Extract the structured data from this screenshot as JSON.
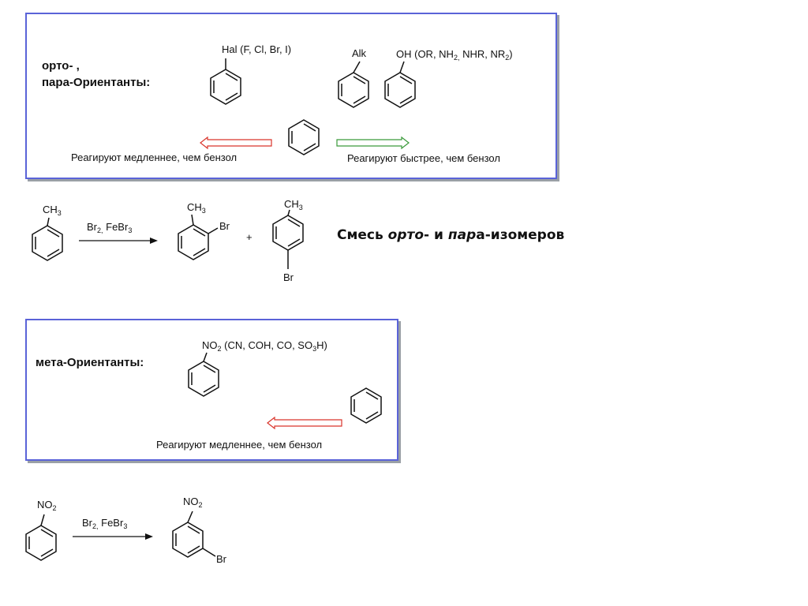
{
  "ortho_para_box": {
    "title_line1": "орто- ,",
    "title_line2": "пара-Ориентанты:",
    "hal_label": "Hal (F, Cl, Br, I)",
    "alk_label": "Alk",
    "oh_main": "OH (OR, NH",
    "oh_sub1": "2,",
    "oh_mid": " NHR, NR",
    "oh_sub2": "2",
    "oh_end": ")",
    "slower_text": "Реагируют медленнее, чем бензол",
    "faster_text": "Реагируют быстрее, чем бензол"
  },
  "reaction1": {
    "ch3_main": "CH",
    "ch3_sub": "3",
    "reagent_br": "Br",
    "reagent_sub1": "2,",
    "reagent_febr": " FeBr",
    "reagent_sub2": "3",
    "product1_ch3_main": "CH",
    "product1_ch3_sub": "3",
    "product1_br": "Br",
    "plus": "+",
    "product2_ch3_main": "CH",
    "product2_ch3_sub": "3",
    "product2_br": "Br",
    "mixture_pre": "Смесь ",
    "mixture_ortho": "орто",
    "mixture_mid": "- и ",
    "mixture_para": "пар",
    "mixture_a": "а",
    "mixture_post": "-изомеров"
  },
  "meta_box": {
    "title": "мета-Ориентанты:",
    "no2_main": "NO",
    "no2_sub": "2",
    "no2_rest1": " (CN, COH, CO, SO",
    "no2_sub2": "3",
    "no2_rest2": "H)",
    "slower_text": "Реагируют медленнее, чем бензол"
  },
  "reaction2": {
    "no2_main": "NO",
    "no2_sub": "2",
    "reagent_br": "Br",
    "reagent_sub1": "2,",
    "reagent_febr": " FeBr",
    "reagent_sub2": "3",
    "product_no2_main": "NO",
    "product_no2_sub": "2",
    "product_br": "Br"
  },
  "colors": {
    "box_border": "#5a63d8",
    "slower_arrow": "#d9342b",
    "faster_arrow": "#3a9a3a"
  }
}
